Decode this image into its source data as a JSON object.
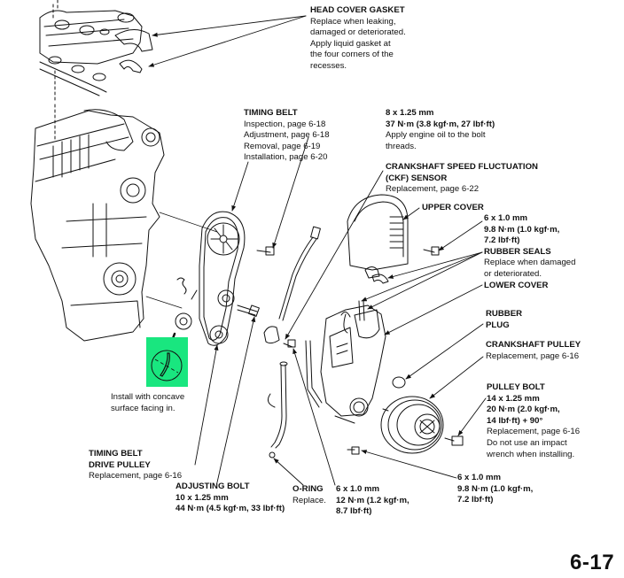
{
  "page_number": "6-17",
  "highlight_color": "#19e67f",
  "callouts": {
    "head_cover_gasket": {
      "title": "HEAD COVER GASKET",
      "lines": [
        "Replace when leaking,",
        "damaged or deteriorated.",
        "Apply liquid gasket at",
        "the four corners of the",
        "recesses."
      ]
    },
    "timing_belt": {
      "title": "TIMING BELT",
      "lines": [
        "Inspection, page 6-18",
        "Adjustment, page 6-18",
        "Removal, page 6-19",
        "Installation, page 6-20"
      ]
    },
    "cam_bolt": {
      "spec": [
        "8 x 1.25 mm",
        "37 N·m (3.8 kgf·m, 27 lbf·ft)"
      ],
      "lines": [
        "Apply engine oil to the bolt",
        "threads."
      ]
    },
    "ckf_sensor": {
      "title": [
        "CRANKSHAFT SPEED FLUCTUATION",
        "(CKF) SENSOR"
      ],
      "lines": [
        "Replacement, page 6-22"
      ]
    },
    "upper_cover": {
      "title": "UPPER COVER"
    },
    "upper_cover_bolt": {
      "spec": [
        "6 x 1.0 mm",
        "9.8 N·m (1.0 kgf·m,",
        "7.2 lbf·ft)"
      ]
    },
    "rubber_seals": {
      "title": "RUBBER SEALS",
      "lines": [
        "Replace when damaged",
        "or deteriorated."
      ]
    },
    "lower_cover": {
      "title": "LOWER COVER"
    },
    "rubber_plug": {
      "title": [
        "RUBBER",
        "PLUG"
      ]
    },
    "crankshaft_pulley": {
      "title": "CRANKSHAFT PULLEY",
      "lines": [
        "Replacement, page 6-16"
      ]
    },
    "pulley_bolt": {
      "title": "PULLEY BOLT",
      "spec": [
        "14 x 1.25 mm",
        "20 N·m (2.0 kgf·m,",
        "14 lbf·ft) + 90°"
      ],
      "lines": [
        "Replacement, page 6-16",
        "Do not use an impact",
        "wrench when installing."
      ]
    },
    "lower_cover_bolt": {
      "spec": [
        "6 x 1.0 mm",
        "9.8 N·m (1.0 kgf·m,",
        "7.2 lbf·ft)"
      ]
    },
    "concave_note": {
      "lines": [
        "Install with concave",
        "surface facing in."
      ]
    },
    "drive_pulley": {
      "title": [
        "TIMING BELT",
        "DRIVE PULLEY"
      ],
      "lines": [
        "Replacement, page 6-16"
      ]
    },
    "adjusting_bolt": {
      "title": "ADJUSTING BOLT",
      "spec": [
        "10 x 1.25 mm",
        "44 N·m (4.5 kgf·m, 33 lbf·ft)"
      ]
    },
    "o_ring": {
      "title": "O-RING",
      "lines": [
        "Replace."
      ]
    },
    "ckf_bolt": {
      "spec": [
        "6 x 1.0 mm",
        "12 N·m (1.2 kgf·m,",
        "8.7 lbf·ft)"
      ]
    }
  }
}
